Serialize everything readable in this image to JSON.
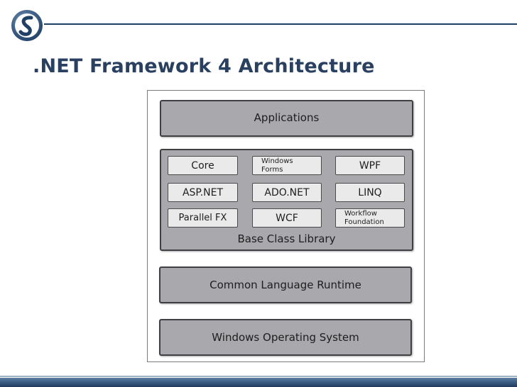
{
  "slide": {
    "title": ".NET Framework 4 Architecture",
    "logo_icon": "circle-s-logo-icon",
    "accent_color": "#1f3f66"
  },
  "diagram": {
    "applications": "Applications",
    "base_class_library": {
      "label": "Base Class Library",
      "components": [
        "Core",
        "Windows\nForms",
        "WPF",
        "ASP.NET",
        "ADO.NET",
        "LINQ",
        "Parallel FX",
        "WCF",
        "Workflow\nFoundation"
      ]
    },
    "clr": "Common Language Runtime",
    "os": "Windows Operating System"
  }
}
